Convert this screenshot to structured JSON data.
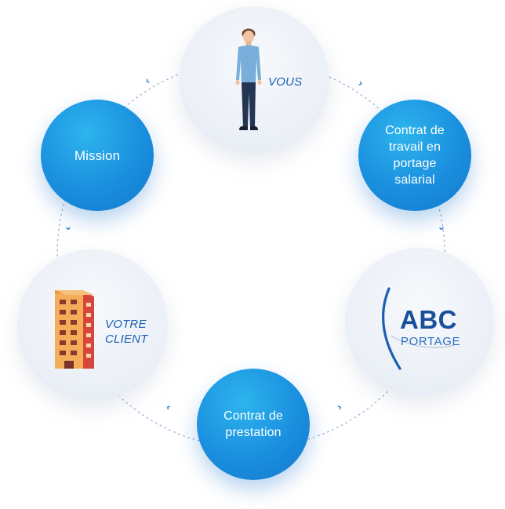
{
  "nodes": {
    "vous": {
      "label": "VOUS"
    },
    "contrat_travail": {
      "label": "Contrat de travail en portage salarial"
    },
    "abc_portage": {
      "brand_main": "ABC",
      "brand_sub": "PORTAGE"
    },
    "contrat_prestation": {
      "label": "Contrat de prestation"
    },
    "votre_client": {
      "label_line1": "VOTRE",
      "label_line2": "CLIENT"
    },
    "mission": {
      "label": "Mission"
    }
  },
  "colors": {
    "accent_blue": "#1a8fde",
    "label_blue": "#1a5fb4",
    "circle_light": "#eaeff6",
    "connector": "#9fb6d6"
  },
  "icons": [
    "person-icon",
    "building-icon",
    "abc-portage-logo",
    "chevron-icon"
  ]
}
